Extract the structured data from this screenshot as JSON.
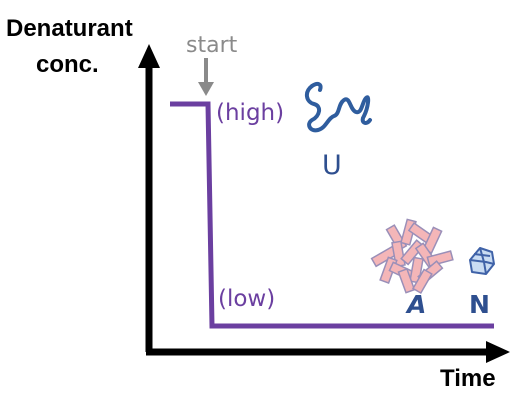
{
  "y_axis_label_line1": "Denaturant",
  "y_axis_label_line2": "conc.",
  "x_axis_label": "Time",
  "start_label": "start",
  "high_label": "(high)",
  "low_label": "(low)",
  "unfolded_label": "U",
  "aggregate_label": "A",
  "native_label": "N",
  "colors": {
    "axis": "#000000",
    "concentration_line": "#6b3fa0",
    "start_annotation": "#8a8a8a",
    "protein_label": "#2e4f8f",
    "unfolded_chain": "#2f5d9e",
    "aggregate_fill": "#f4b6b8",
    "aggregate_stroke": "#9a8fb8",
    "native_fill": "#c9dcf3",
    "native_stroke": "#3f62a8"
  },
  "icons": {
    "unfolded": "unfolded-chain-icon",
    "aggregate": "aggregate-cluster-icon",
    "native": "native-fold-icon",
    "start_arrow": "down-arrow-icon"
  }
}
